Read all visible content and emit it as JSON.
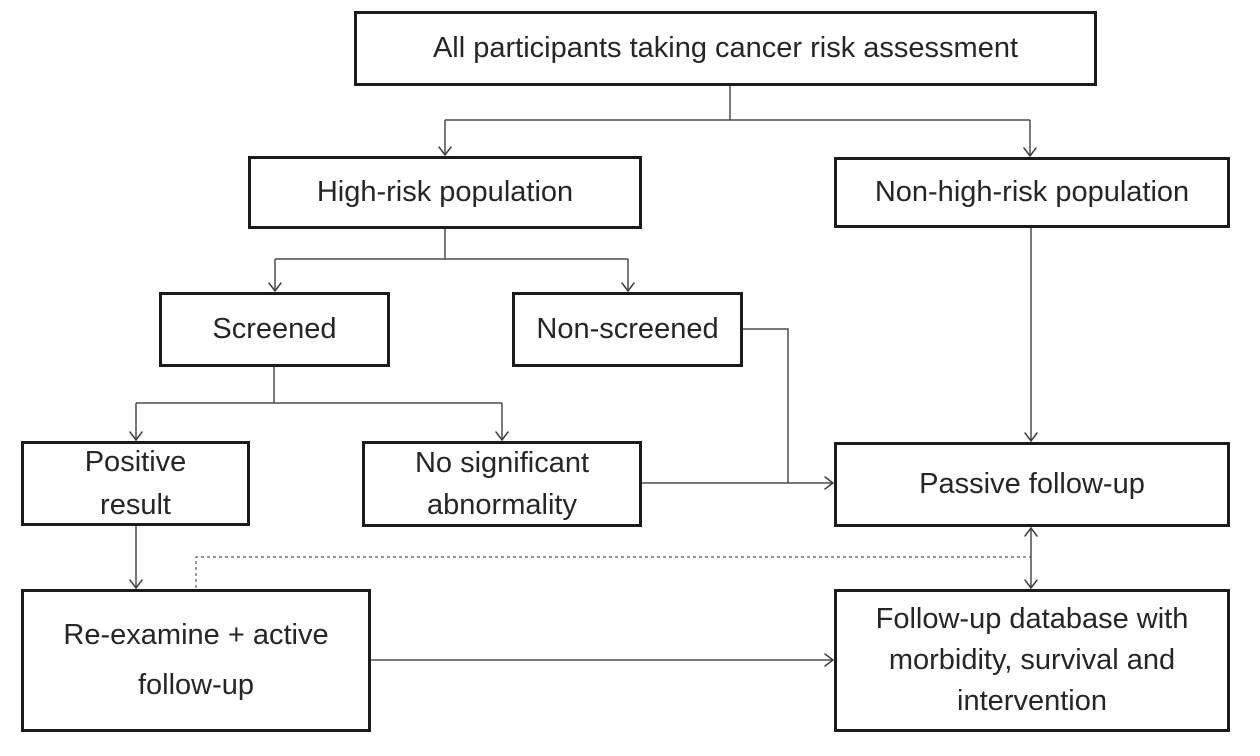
{
  "diagram": {
    "type": "flowchart",
    "colors": {
      "background": "#ffffff",
      "box_border": "#1b1b1b",
      "text": "#262626",
      "connector": "#4d4d4d",
      "dotted_connector": "#5a5a5a"
    },
    "nodes": {
      "all_participants": {
        "label": "All participants taking cancer risk assessment"
      },
      "high_risk": {
        "label": "High-risk population"
      },
      "non_high_risk": {
        "label": "Non-high-risk population"
      },
      "screened": {
        "label": "Screened"
      },
      "non_screened": {
        "label": "Non-screened"
      },
      "positive_result": {
        "label": "Positive result",
        "lines": [
          "Positive",
          "result"
        ]
      },
      "no_significant": {
        "label": "No significant abnormality",
        "lines": [
          "No significant",
          "abnormality"
        ]
      },
      "passive_follow_up": {
        "label": "Passive follow-up"
      },
      "re_examine": {
        "label": "Re-examine + active follow-up",
        "lines": [
          "Re-examine + active",
          "follow-up"
        ]
      },
      "follow_up_database": {
        "label": "Follow-up database with morbidity, survival and intervention",
        "lines": [
          "Follow-up database with",
          "morbidity, survival and",
          "intervention"
        ]
      }
    },
    "edges": [
      {
        "from": "all_participants",
        "to": "high_risk",
        "style": "solid-arrow"
      },
      {
        "from": "all_participants",
        "to": "non_high_risk",
        "style": "solid-arrow"
      },
      {
        "from": "high_risk",
        "to": "screened",
        "style": "solid-arrow"
      },
      {
        "from": "high_risk",
        "to": "non_screened",
        "style": "solid-arrow"
      },
      {
        "from": "screened",
        "to": "positive_result",
        "style": "solid-arrow"
      },
      {
        "from": "screened",
        "to": "no_significant",
        "style": "solid-arrow"
      },
      {
        "from": "no_significant",
        "to": "passive_follow_up",
        "style": "solid-arrow"
      },
      {
        "from": "non_screened",
        "to": "passive_follow_up",
        "style": "solid-arrow"
      },
      {
        "from": "non_high_risk",
        "to": "passive_follow_up",
        "style": "solid-arrow"
      },
      {
        "from": "positive_result",
        "to": "re_examine",
        "style": "solid-arrow"
      },
      {
        "from": "re_examine",
        "to": "follow_up_database",
        "style": "solid-arrow"
      },
      {
        "from": "passive_follow_up",
        "to": "follow_up_database",
        "style": "double-arrow"
      },
      {
        "from": "re_examine",
        "to": "passive_follow_up",
        "style": "dotted"
      }
    ]
  }
}
